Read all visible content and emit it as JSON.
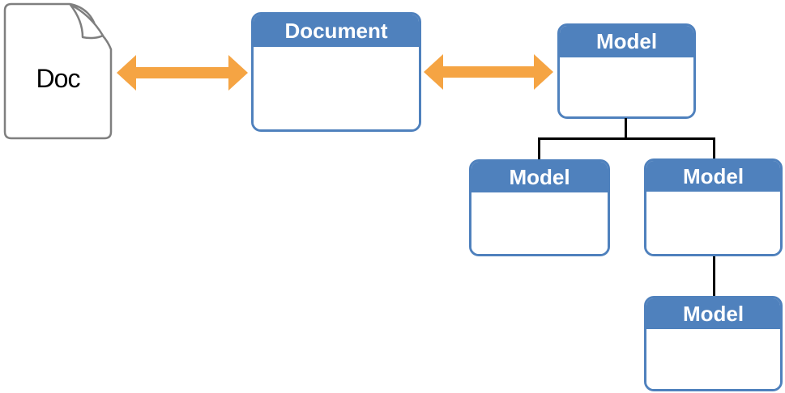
{
  "diagram": {
    "description": "Mapping between a document file and a tree of model objects",
    "doc_file": {
      "label": "Doc",
      "icon": "document-page-folded-corner-icon"
    },
    "nodes": {
      "document": {
        "title": "Document"
      },
      "model_root": {
        "title": "Model"
      },
      "model_child_left": {
        "title": "Model"
      },
      "model_child_right": {
        "title": "Model"
      },
      "model_grandchild": {
        "title": "Model"
      }
    },
    "arrows": {
      "doc_to_document": "double-headed-horizontal-arrow",
      "document_to_model": "double-headed-horizontal-arrow"
    },
    "colors": {
      "node_accent_blue": "#4F81BD",
      "arrow_orange": "#F5A443",
      "doc_outline_gray": "#7F7F7F",
      "connector_black": "#000000",
      "header_text": "#FFFFFF",
      "doc_text": "#000000",
      "background": "#FFFFFF"
    }
  }
}
